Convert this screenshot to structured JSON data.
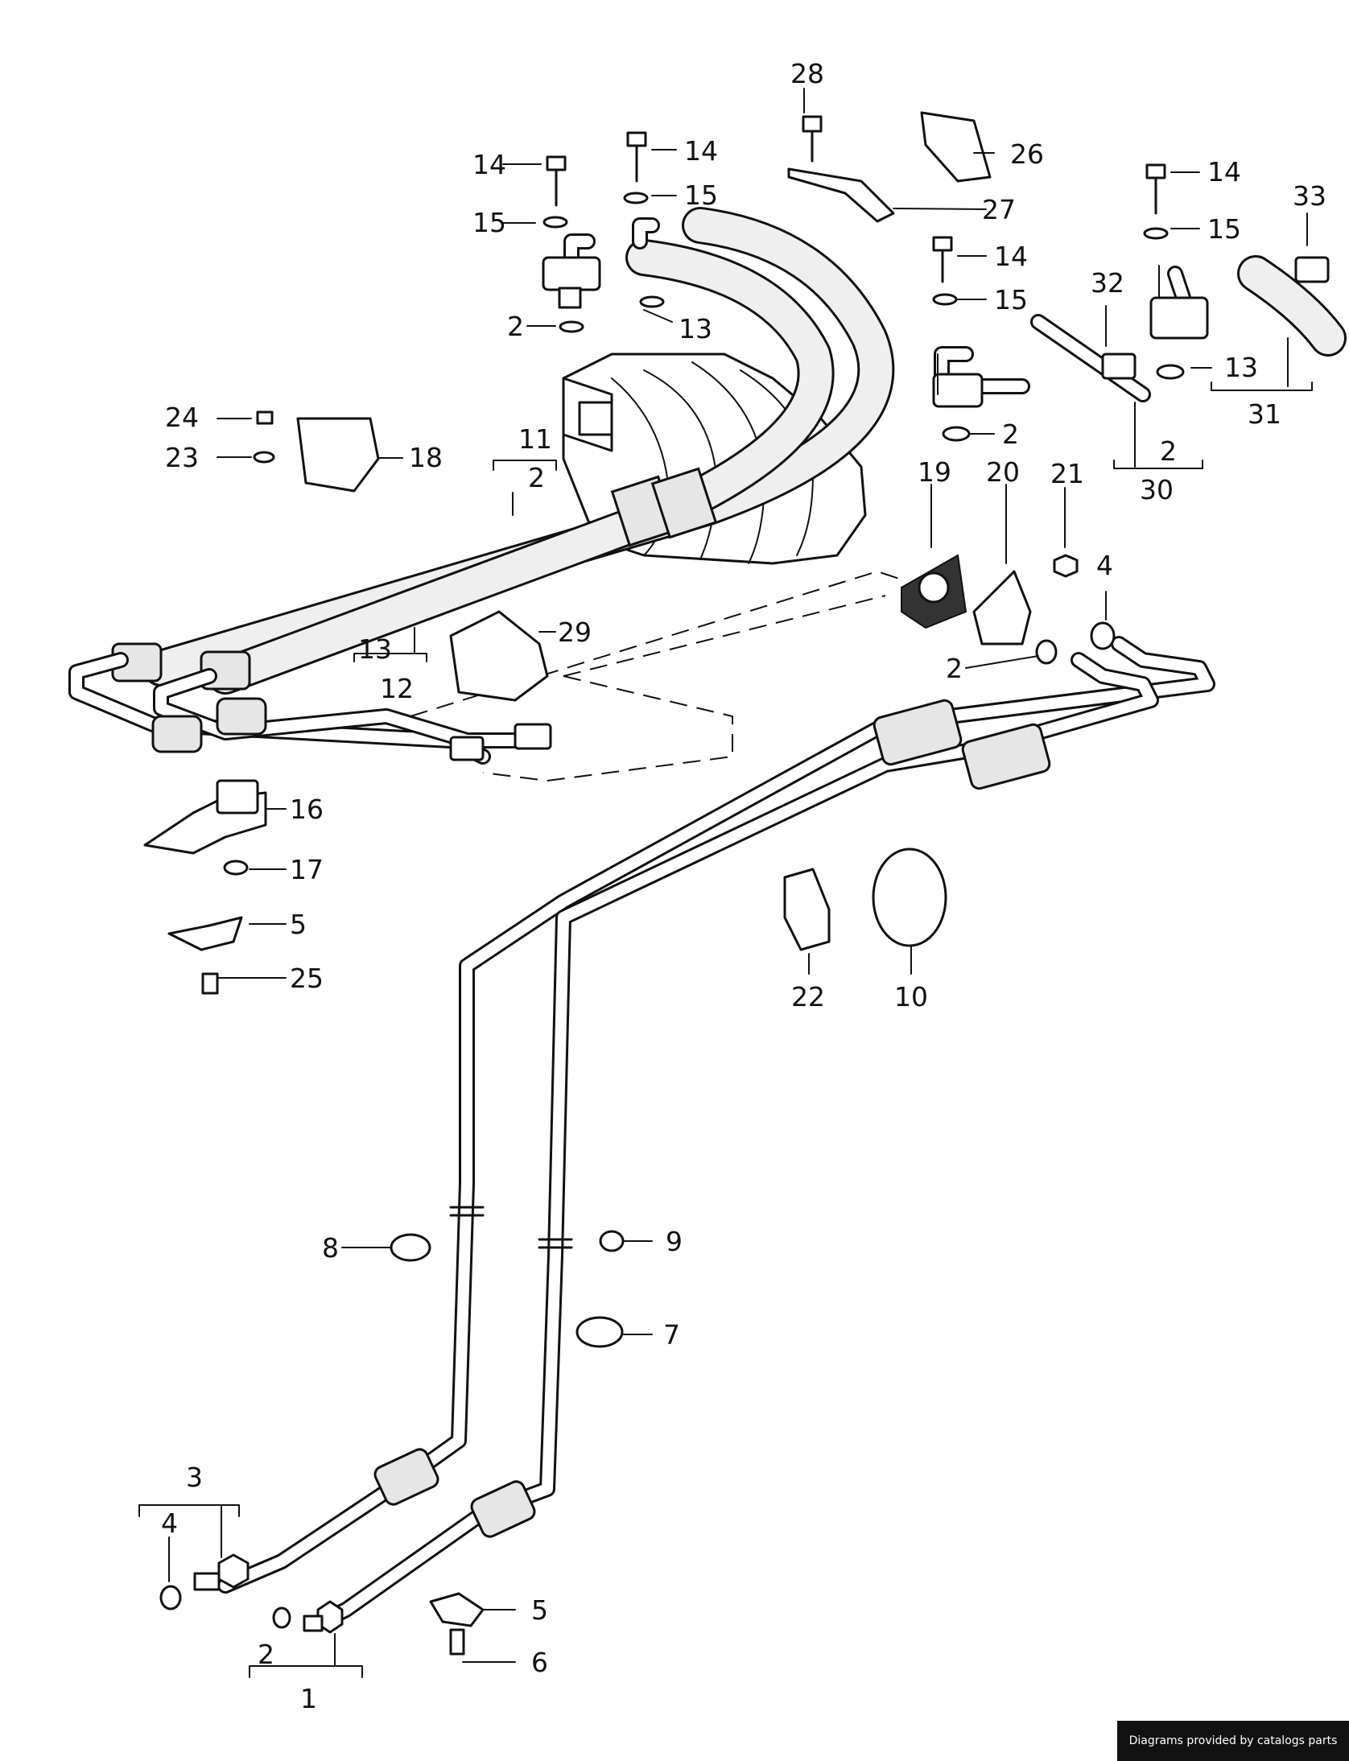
{
  "diagram": {
    "callouts": {
      "c28": "28",
      "c26": "26",
      "c27": "27",
      "c14a": "14",
      "c15a": "15",
      "c14b": "14",
      "c15b": "15",
      "c2a": "2",
      "c13a": "13",
      "c14c": "14",
      "c15c": "15",
      "c14d": "14",
      "c15d": "15",
      "c33": "33",
      "c32": "32",
      "c13b": "13",
      "c31": "31",
      "c2b": "2",
      "c2c": "2",
      "c30": "30",
      "c24": "24",
      "c23": "23",
      "c18": "18",
      "c11": "11",
      "c2d": "2",
      "c19": "19",
      "c20": "20",
      "c21": "21",
      "c4a": "4",
      "c2e": "2",
      "c13c": "13",
      "c12": "12",
      "c29": "29",
      "c16": "16",
      "c17": "17",
      "c5a": "5",
      "c25": "25",
      "c22": "22",
      "c10": "10",
      "c8": "8",
      "c9": "9",
      "c7": "7",
      "c3": "3",
      "c4b": "4",
      "c2f": "2",
      "c1": "1",
      "c5b": "5",
      "c6": "6"
    }
  },
  "footer": {
    "credit": "Diagrams provided by catalogs parts"
  }
}
